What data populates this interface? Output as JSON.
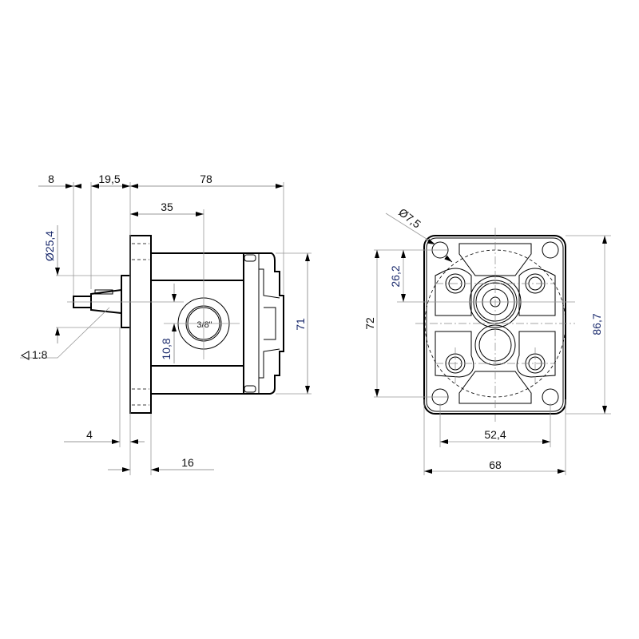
{
  "side_view": {
    "dim_8": "8",
    "dim_19_5": "19,5",
    "dim_78": "78",
    "dim_35": "35",
    "dim_diameter_25_4": "Ø25,4",
    "dim_10_8": "10,8",
    "port_label": "3/8\"",
    "dim_71": "71",
    "taper_label": "1:8",
    "dim_4": "4",
    "dim_16": "16"
  },
  "front_view": {
    "dim_diameter_7_5": "Ø7,5",
    "dim_26_2": "26,2",
    "dim_72": "72",
    "dim_86_7": "86,7",
    "dim_52_4": "52,4",
    "dim_68": "68"
  },
  "colors": {
    "dimension_blue": "#1a2a6c"
  }
}
